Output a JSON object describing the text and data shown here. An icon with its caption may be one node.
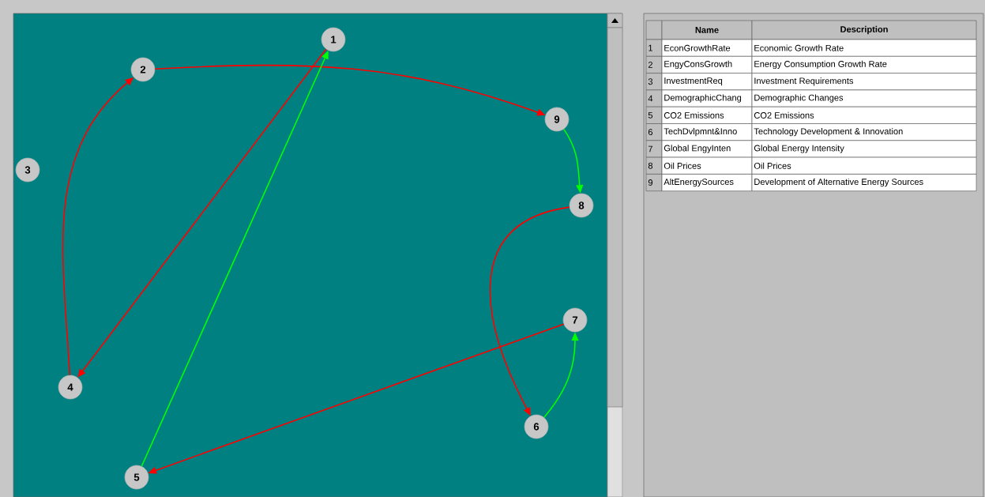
{
  "diagram": {
    "nodes": [
      {
        "text": [
          "1"
        ]
      },
      {
        "text": [
          "2"
        ]
      },
      {
        "text": [
          "3"
        ]
      },
      {
        "text": [
          "4"
        ]
      },
      {
        "text": [
          "5"
        ]
      },
      {
        "text": [
          "6"
        ]
      },
      {
        "text": [
          "7"
        ]
      },
      {
        "text": [
          "8"
        ]
      },
      {
        "text": [
          "9"
        ]
      }
    ],
    "edges": [
      {
        "from": 1,
        "to": 8,
        "arrow": "to"
      },
      {
        "from": 3,
        "to": 1,
        "arrow": "to"
      },
      {
        "from": 0,
        "to": 3,
        "arrow": "to"
      },
      {
        "from": 4,
        "to": 0,
        "arrow": "to",
        "color": "#00ff00"
      },
      {
        "from": 8,
        "to": 7,
        "arrow": "to",
        "color": "#00ff00"
      },
      {
        "from": 7,
        "to": 5,
        "arrow": "to"
      },
      {
        "from": 6,
        "to": 4,
        "arrow": "to"
      },
      {
        "from": 5,
        "to": 6,
        "arrow": "to",
        "color": "#00ff00"
      }
    ],
    "labels": [
      "Name",
      "Description",
      "1",
      "EconGrowthRate",
      "Economic Growth Rate",
      "2",
      "EngyConsGrowth",
      "Energy Consumption Growth Rate",
      "3",
      "InvestmentReq",
      "Investment Requirements",
      "4",
      "DemographicChang",
      "Demographic Changes",
      "5",
      "CO2 Emissions",
      "CO2 Emissions",
      "6",
      "TechDvlpmnt&Inno",
      "Technology Development & Innovation",
      "7",
      "Global EngyInten",
      "Global Energy Intensity",
      "8",
      "Oil Prices",
      "Oil Prices",
      "9",
      "AltEnergySources",
      "Development of Alternative Energy Sources"
    ]
  }
}
